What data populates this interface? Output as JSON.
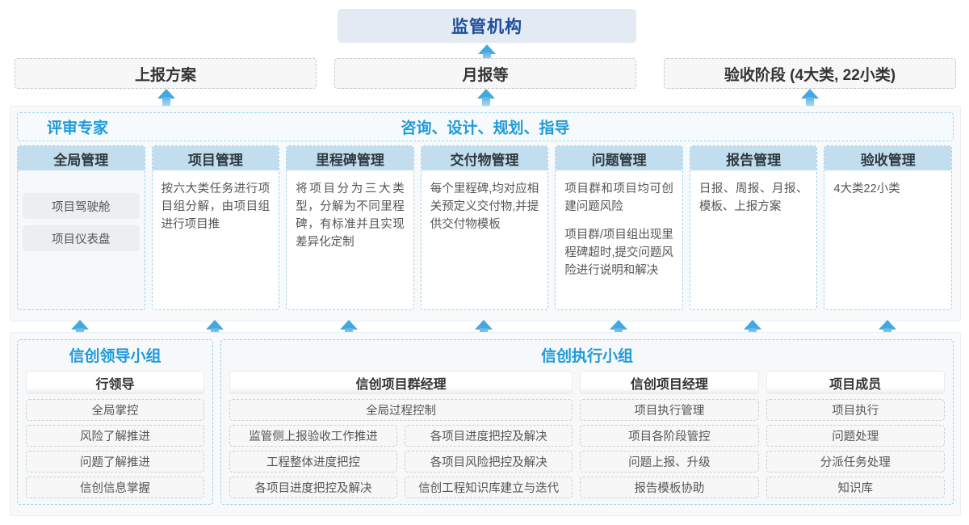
{
  "top": {
    "authority": "监管机构"
  },
  "reports": [
    {
      "label": "上报方案"
    },
    {
      "label": "月报等"
    },
    {
      "label": "验收阶段 (4大类, 22小类)"
    }
  ],
  "middle": {
    "lead_label": "评审专家",
    "centre_label": "咨询、设计、规划、指导",
    "columns": [
      {
        "title": "全局管理",
        "pills": [
          "项目驾驶舱",
          "项目仪表盘"
        ],
        "paragraphs": []
      },
      {
        "title": "项目管理",
        "pills": [],
        "paragraphs": [
          "按六大类任务进行项目组分解，由项目组进行项目推"
        ]
      },
      {
        "title": "里程碑管理",
        "pills": [],
        "paragraphs": [
          "将项目分为三大类型，分解为不同里程碑，有标准并且实现差异化定制"
        ]
      },
      {
        "title": "交付物管理",
        "pills": [],
        "paragraphs": [
          "每个里程碑,均对应相关预定义交付物,并提供交付物模板"
        ]
      },
      {
        "title": "问题管理",
        "pills": [],
        "paragraphs": [
          "项目群和项目均可创建问题风险",
          "项目群/项目组出现里程碑超时,提交问题风险进行说明和解决"
        ]
      },
      {
        "title": "报告管理",
        "pills": [],
        "paragraphs": [
          "日报、周报、月报、模板、上报方案"
        ]
      },
      {
        "title": "验收管理",
        "pills": [],
        "paragraphs": [
          "4大类22小类"
        ]
      }
    ]
  },
  "bottom": {
    "leadership": {
      "title": "信创领导小组",
      "role": "行领导",
      "items": [
        "全局掌控",
        "风险了解推进",
        "问题了解推进",
        "信创信息掌握"
      ]
    },
    "execution": {
      "title": "信创执行小组",
      "program_manager": {
        "role": "信创项目群经理",
        "full_item": "全局过程控制",
        "left_items": [
          "监管侧上报验收工作推进",
          "工程整体进度把控",
          "各项目进度把控及解决"
        ],
        "right_items": [
          "各项目进度把控及解决",
          "各项目风险把控及解决",
          "信创工程知识库建立与迭代"
        ]
      },
      "project_manager": {
        "role": "信创项目经理",
        "items": [
          "项目执行管理",
          "项目各阶段管控",
          "问题上报、升级",
          "报告模板协助"
        ]
      },
      "project_member": {
        "role": "项目成员",
        "items": [
          "项目执行",
          "问题处理",
          "分派任务处理",
          "知识库"
        ]
      }
    }
  },
  "colors": {
    "accent_blue": "#1f9ada",
    "title_blue": "#1b4f9c",
    "header_band": "#c2ddee",
    "arrow": "#42a8e0"
  }
}
